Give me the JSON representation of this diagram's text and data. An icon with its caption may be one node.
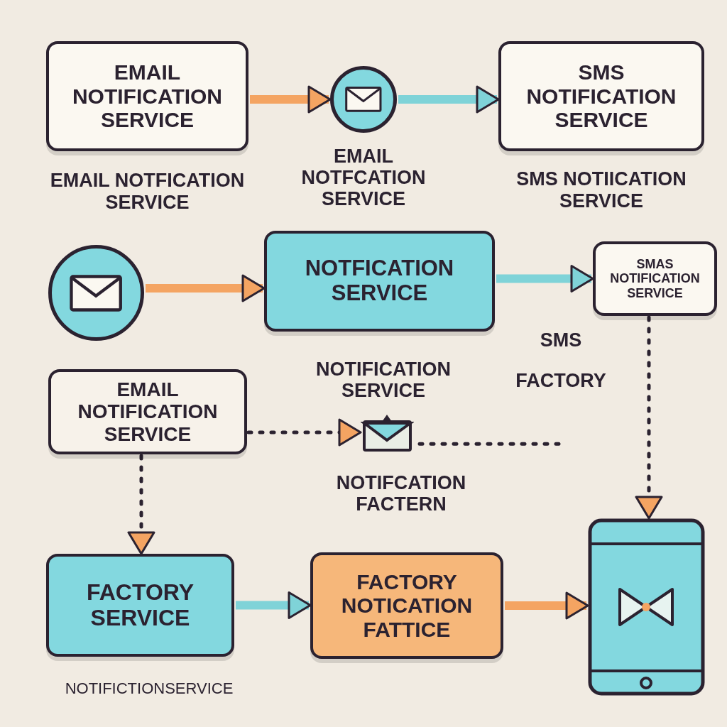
{
  "diagram": {
    "nodes": [
      {
        "text": [
          "EMAIL NOTIFICATION SERVICE"
        ],
        "beside": [
          "EMAIL NOTFICATION SERVICE"
        ]
      },
      {
        "text": [],
        "shape": "circle",
        "beside": [
          "EMAIL NOTFCATION SERVICE"
        ]
      },
      {
        "text": [
          "SMS NOTIFICATION SERVICE"
        ],
        "beside": [
          "SMS NOTIICATION SERVICE"
        ]
      },
      {
        "text": [],
        "shape": "circle"
      },
      {
        "text": [
          "NOTFICATION SERVICE"
        ]
      },
      {
        "text": [
          "SMAS NOTIFICATION SERVICE"
        ]
      },
      {
        "text": [
          "EMAIL NOTIFICATION SERVICE"
        ]
      },
      {
        "text": [],
        "shape": "envelope"
      },
      {
        "text": [
          "FACTORY SERVICE"
        ],
        "beside": [
          "NOTIFICTIONSERVICE"
        ]
      },
      {
        "text": [
          "FACTORY NOTICATION FATTICE"
        ]
      },
      {
        "text": [],
        "shape": "phone"
      }
    ],
    "edges": [
      {
        "from": 0,
        "to": 1,
        "arrow": "to",
        "color": "#f4a462"
      },
      {
        "from": 1,
        "to": 2,
        "arrow": "to",
        "color": "#7fd3d8"
      },
      {
        "from": 3,
        "to": 4,
        "arrow": "to",
        "color": "#f4a462"
      },
      {
        "from": 4,
        "to": 5,
        "arrow": "to",
        "color": "#7fd3d8"
      },
      {
        "from": 5,
        "to": 10,
        "arrow": "to",
        "style": "dashed"
      },
      {
        "from": 6,
        "to": 7,
        "arrow": "to",
        "style": "dashed"
      },
      {
        "from": 7,
        "to": null,
        "arrow": "none",
        "style": "dashed"
      },
      {
        "from": 6,
        "to": 8,
        "arrow": "to",
        "style": "dashed"
      },
      {
        "from": 8,
        "to": 9,
        "arrow": "to",
        "color": "#7fd3d8"
      },
      {
        "from": 9,
        "to": 10,
        "arrow": "to",
        "color": "#f4a462"
      }
    ],
    "labels": [
      "SMS",
      "NOTIFICATION SERVICE",
      "FACTORY",
      "NOTIFCATION FACTERN"
    ]
  }
}
